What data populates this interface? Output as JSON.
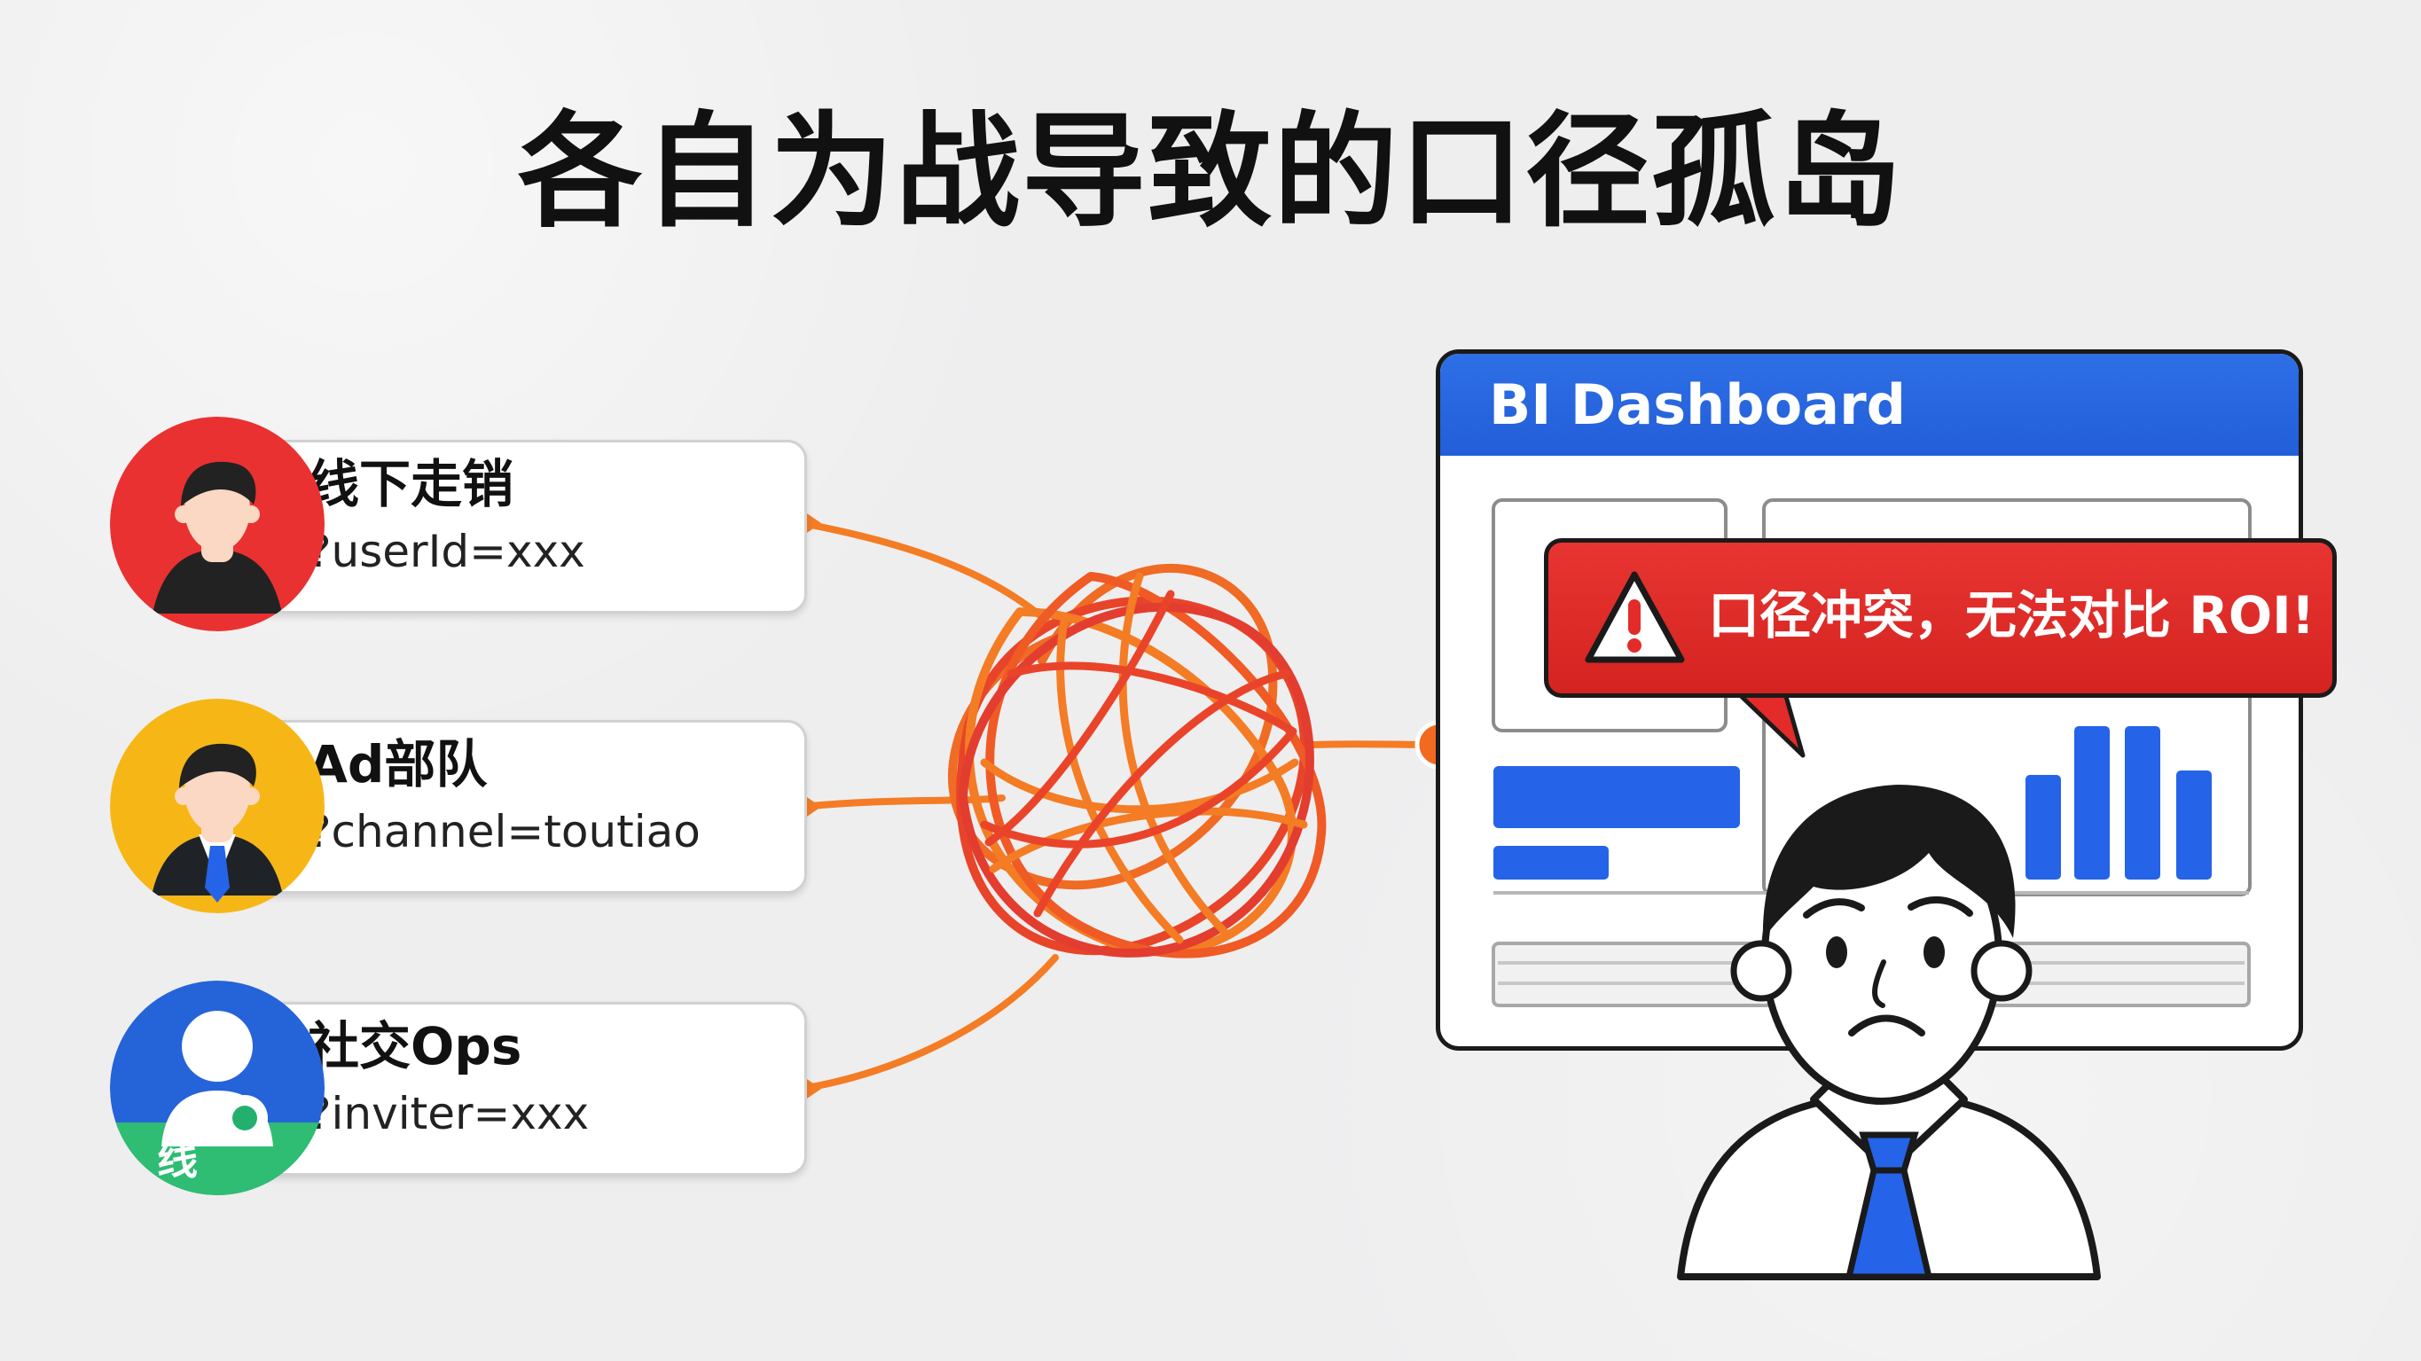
{
  "title": "各自为战导致的口径孤岛",
  "sources": [
    {
      "name": "线下走销",
      "param": "?userId=xxx",
      "avatar_icon": "person-icon",
      "avatar_color": "#ea3131"
    },
    {
      "name": "Ad部队",
      "param": "?channel=toutiao",
      "avatar_icon": "person-icon",
      "avatar_color": "#f6b716"
    },
    {
      "name": "社交Ops",
      "param": "?inviter=xxx",
      "avatar_icon": "user-icon",
      "avatar_color": "#2563d9",
      "avatar_badge_text": "线"
    }
  ],
  "dashboard": {
    "title": "BI Dashboard",
    "header_color": "#2a68e2",
    "bar_color": "#2563e8"
  },
  "alert": {
    "text": "口径冲突，无法对比 ROI!",
    "icon": "warning-icon",
    "color": "#e32b29"
  },
  "tangle": {
    "icon": "tangled-lines-icon",
    "colors": [
      "#f47c24",
      "#e8442a"
    ]
  },
  "analyst": {
    "icon": "worried-person-icon",
    "tie_color": "#2563e8"
  }
}
